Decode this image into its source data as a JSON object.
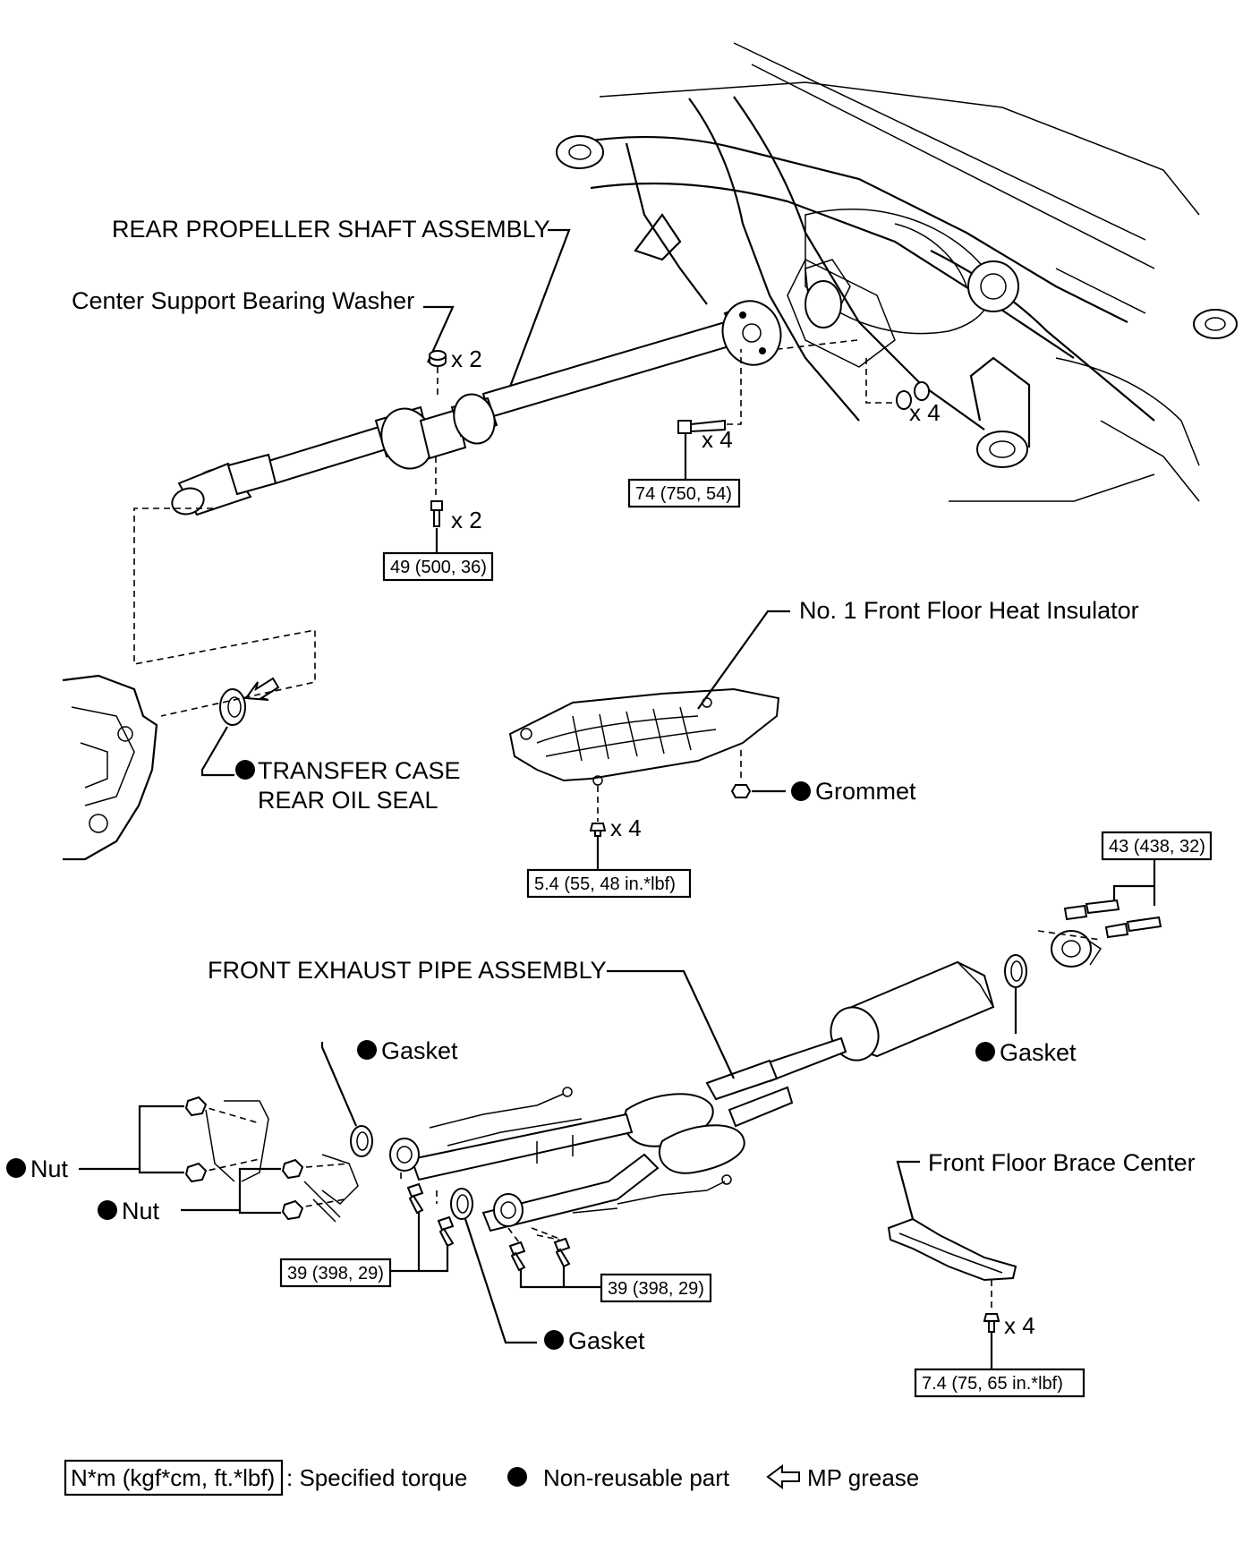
{
  "labels": {
    "rear_shaft": "REAR PROPELLER SHAFT ASSEMBLY",
    "washer": "Center Support Bearing Washer",
    "oil_seal_1": "TRANSFER CASE",
    "oil_seal_2": "REAR OIL SEAL",
    "insulator": "No. 1 Front Floor Heat Insulator",
    "grommet": "Grommet",
    "front_exhaust": "FRONT EXHAUST PIPE ASSEMBLY",
    "gasket": "Gasket",
    "nut": "Nut",
    "brace": "Front Floor Brace Center"
  },
  "quantities": {
    "x2": "x 2",
    "x4": "x 4"
  },
  "torques": {
    "shaft_flange": "74 (750, 54)",
    "center_bearing": "49 (500, 36)",
    "insulator": "5.4 (55, 48 in.*lbf)",
    "tailpipe_joint": "43 (438, 32)",
    "manifold_left": "39 (398, 29)",
    "manifold_right": "39 (398, 29)",
    "brace": "7.4 (75, 65 in.*lbf)"
  },
  "legend": {
    "torque_unit": "N*m (kgf*cm, ft.*lbf)",
    "torque_text": ": Specified torque",
    "non_reusable": "Non-reusable part",
    "mp_grease": "MP grease"
  },
  "icons": [
    "filled-circle-icon",
    "hollow-arrow-icon"
  ]
}
